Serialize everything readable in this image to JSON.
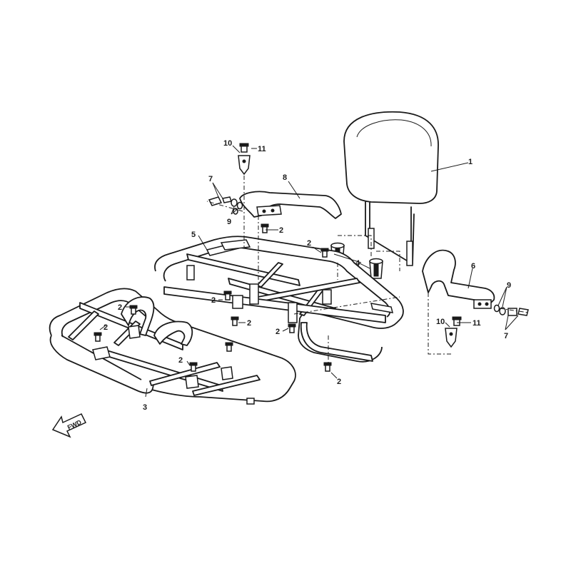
{
  "callouts": {
    "c1": "1",
    "c2a": "2",
    "c2b": "2",
    "c2c": "2",
    "c2d": "2",
    "c2e": "2",
    "c2f": "2",
    "c2g": "2",
    "c2h": "2",
    "c2i": "2",
    "c3": "3",
    "c4": "4",
    "c5": "5",
    "c6": "6",
    "c7a": "7",
    "c7b": "7",
    "c8": "8",
    "c9a": "9",
    "c9b": "9",
    "c10a": "10",
    "c10b": "10",
    "c11a": "11",
    "c11b": "11"
  },
  "fwd_label": "FWD"
}
